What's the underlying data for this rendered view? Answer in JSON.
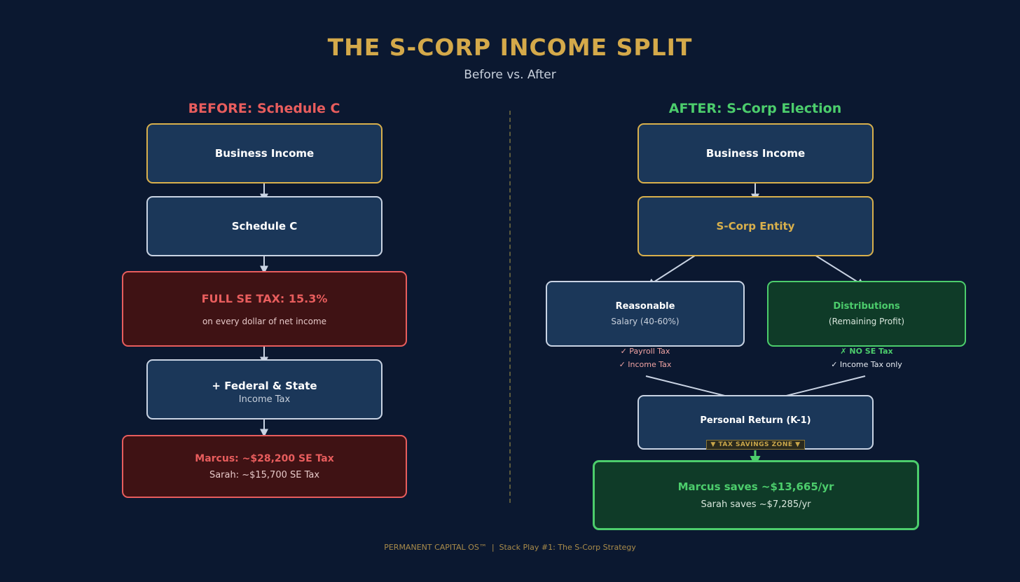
{
  "header": {
    "title": "THE S-CORP INCOME SPLIT",
    "subtitle": "Before vs. After"
  },
  "before": {
    "heading": "BEFORE: Schedule C",
    "business_income": "Business Income",
    "schedule_c": "Schedule C",
    "se_tax_title": "FULL SE TAX: 15.3%",
    "se_tax_sub": "on every dollar of net income",
    "income_tax_title": "+ Federal & State",
    "income_tax_sub": "Income Tax",
    "result_marcus": "Marcus: ~$28,200 SE Tax",
    "result_sarah": "Sarah: ~$15,700 SE Tax"
  },
  "after": {
    "heading": "AFTER: S-Corp Election",
    "business_income": "Business Income",
    "entity": "S-Corp Entity",
    "salary_title": "Reasonable",
    "salary_sub": "Salary (40-60%)",
    "salary_note_1": "✓ Payroll Tax",
    "salary_note_2": "✓ Income Tax",
    "dist_title": "Distributions",
    "dist_sub": "(Remaining Profit)",
    "dist_note_1": "✗ NO SE Tax",
    "dist_note_2": "✓ Income Tax only",
    "personal_return": "Personal Return (K-1)",
    "savings_zone": "▼  TAX SAVINGS ZONE  ▼",
    "result_marcus": "Marcus saves ~$13,665/yr",
    "result_sarah": "Sarah saves ~$7,285/yr"
  },
  "footer": "PERMANENT CAPITAL OS™  |  Stack Play #1: The S-Corp Strategy",
  "colors": {
    "background": "#0b1830",
    "gold": "#d4a94a",
    "red": "#e85d5d",
    "green": "#4ccd6c",
    "box_fill": "#1b3759"
  }
}
